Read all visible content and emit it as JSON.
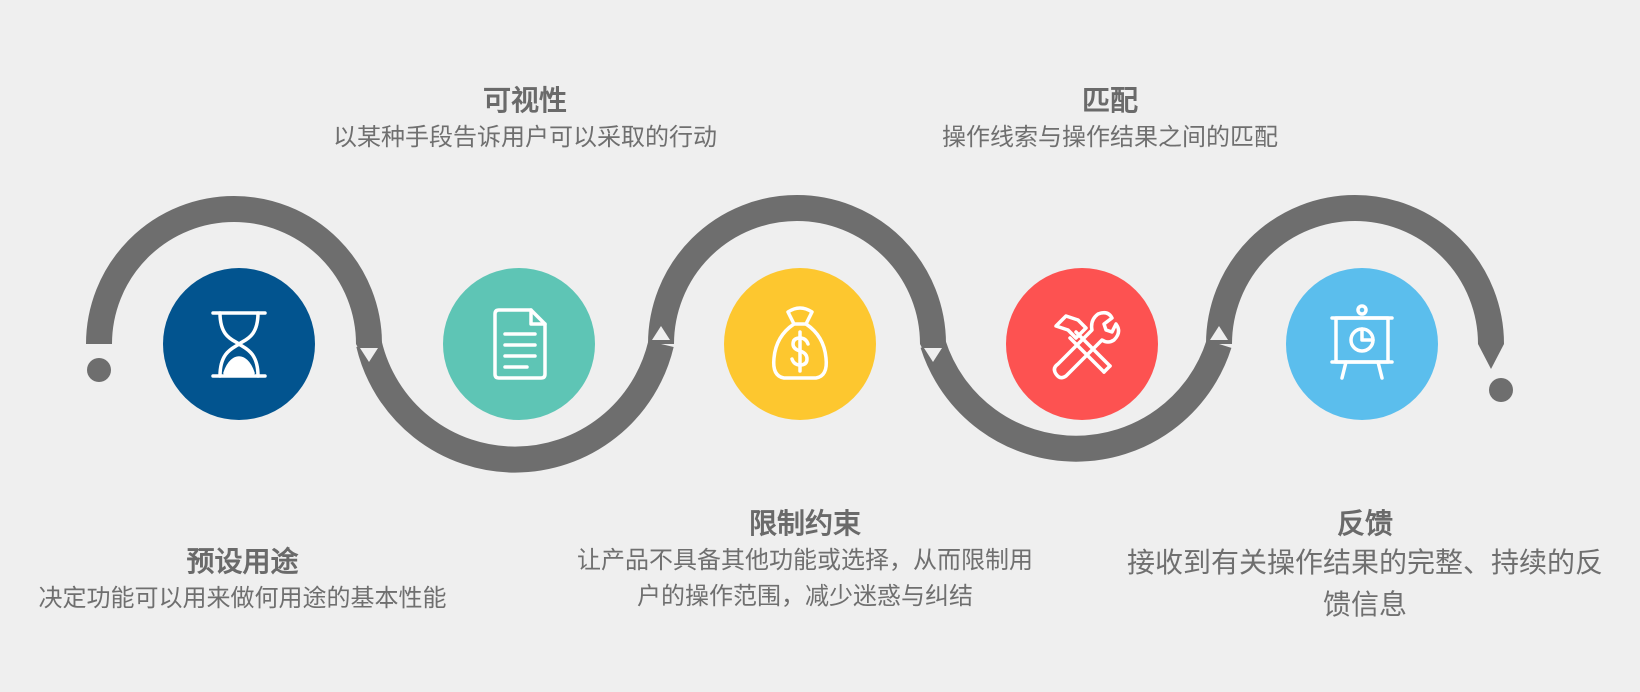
{
  "steps": [
    {
      "title": "预设用途",
      "desc": "决定功能可以用来做何用途的基本性能",
      "color": "#02548f",
      "icon": "hourglass-icon"
    },
    {
      "title": "可视性",
      "desc": "以某种手段告诉用户可以采取的行动",
      "color": "#5ec5b5",
      "icon": "document-icon"
    },
    {
      "title": "限制约束",
      "desc": "让产品不具备其他功能或选择，从而限制用户的操作范围，减少迷惑与纠结",
      "color": "#fdc72f",
      "icon": "money-bag-icon"
    },
    {
      "title": "匹配",
      "desc": "操作线索与操作结果之间的匹配",
      "color": "#fd5251",
      "icon": "tools-icon"
    },
    {
      "title": "反馈",
      "desc": "接收到有关操作结果的完整、持续的反馈信息",
      "color": "#5bbeed",
      "icon": "presentation-board-icon"
    }
  ],
  "colors": {
    "background": "#efefef",
    "wave": "#6e6e6e",
    "icon_stroke": "#ffffff"
  }
}
